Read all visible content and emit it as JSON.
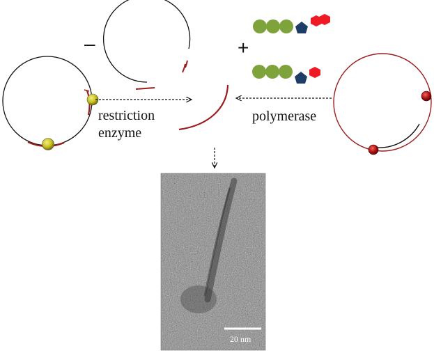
{
  "symbols": {
    "minus": "–",
    "plus": "+"
  },
  "labels": {
    "restriction_line1": "restriction",
    "restriction_line2": "enzyme",
    "polymerase": "polymerase"
  },
  "micrograph": {
    "scale_bar_label": "20 nm"
  },
  "colors": {
    "dna_black": "#111111",
    "dna_red": "#9b1c1c",
    "gold_particle": "#c9c21a",
    "red_particle": "#b01010",
    "glucose_green": "#7ea33a",
    "pentagon_blue": "#1d3d66",
    "hexagon_red": "#ee1b24"
  }
}
